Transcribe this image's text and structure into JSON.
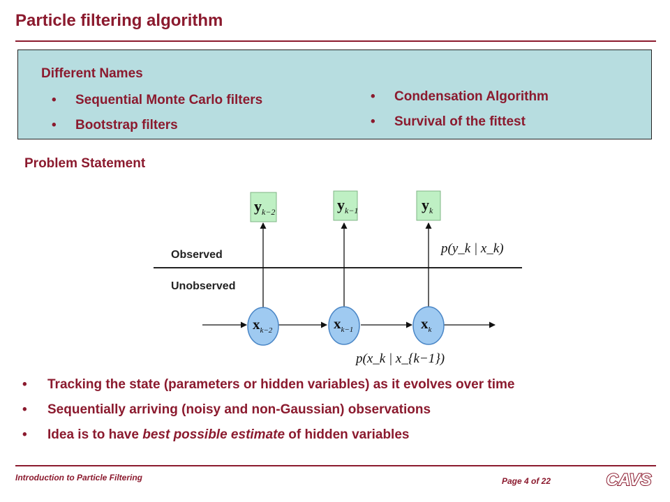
{
  "slide": {
    "title": "Particle filtering algorithm"
  },
  "names": {
    "heading": "Different Names",
    "left_items": [
      "Sequential Monte Carlo filters",
      "Bootstrap filters"
    ],
    "right_items": [
      "Condensation Algorithm",
      "Survival of the fittest"
    ],
    "bullet": "•"
  },
  "problem": {
    "heading": "Problem Statement"
  },
  "diagram": {
    "observed_label": "Observed",
    "unobserved_label": "Unobserved",
    "observation_nodes": [
      "y",
      "y",
      "y"
    ],
    "state_nodes": [
      "x",
      "x",
      "x"
    ],
    "subscripts": [
      "k−2",
      "k−1",
      "k"
    ],
    "emission_label": "p(y_k | x_k)",
    "transition_label": "p(x_k | x_{k−1})",
    "colors": {
      "observation_fill": "#bff0c4",
      "state_fill": "#9fcaf1",
      "state_stroke": "#4a86c6"
    }
  },
  "bullets": {
    "item1": "Tracking the state (parameters or hidden variables) as it evolves over time",
    "item2": "Sequentially arriving (noisy and non-Gaussian) observations",
    "item3_before": "Idea is to have ",
    "item3_emph": "best possible estimate",
    "item3_after": " of hidden variables"
  },
  "footer": {
    "left": "Introduction to Particle Filtering",
    "page": "Page 4 of 22",
    "logo": "CAVS"
  },
  "colors": {
    "accent": "#8b1a2e",
    "box_bg": "#b7dde0"
  }
}
